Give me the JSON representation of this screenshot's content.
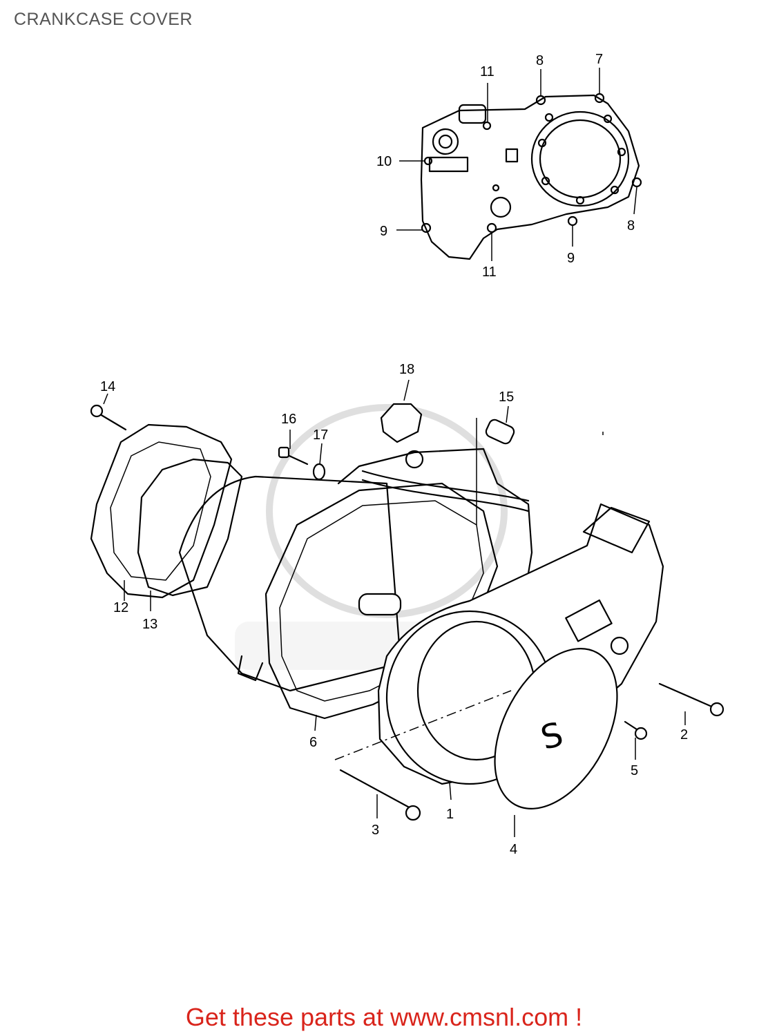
{
  "title": "CRANKCASE COVER",
  "footer": "Get these parts at www.cmsnl.com !",
  "accent_color": "#d9241b",
  "callouts": [
    "1",
    "2",
    "3",
    "4",
    "5",
    "6",
    "7",
    "8",
    "8",
    "9",
    "9",
    "10",
    "11",
    "11",
    "12",
    "13",
    "14",
    "15",
    "16",
    "17",
    "18"
  ]
}
